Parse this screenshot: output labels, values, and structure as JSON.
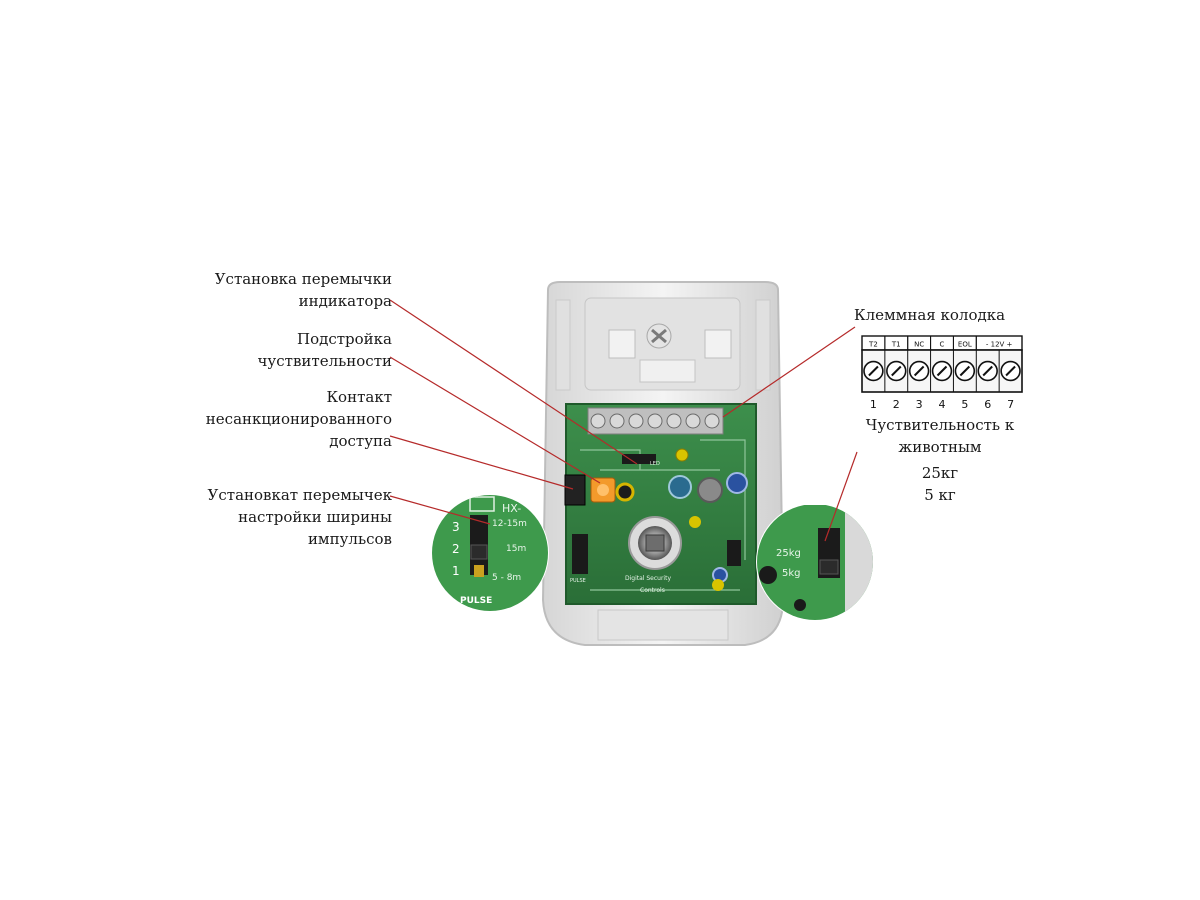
{
  "labels": {
    "indicator_jumper": [
      "Установка перемычки",
      "индикатора"
    ],
    "sensitivity_adjust": [
      "Подстройка",
      "чуствительности"
    ],
    "tamper_contact": [
      "Контакт",
      "несанкционированного",
      "доступа"
    ],
    "pulse_jumpers": [
      "Установкат перемычек",
      "настройки ширины",
      "импульсов"
    ],
    "terminal_block": "Клеммная колодка",
    "pet_sensitivity": [
      "Чуствительность к",
      "животным"
    ],
    "pet_weights": [
      "25кг",
      "5 кг"
    ]
  },
  "terminal": {
    "top_labels": [
      "T2",
      "T1",
      "NC",
      "C",
      "EOL",
      "- 12V +"
    ],
    "numbers": [
      "1",
      "2",
      "3",
      "4",
      "5",
      "6",
      "7"
    ]
  },
  "pcb_text": {
    "model": "HX",
    "company_line1": "Digital Security",
    "company_line2": "Controls",
    "pulse": "PULSE",
    "led": "LED"
  },
  "left_inset": {
    "pin_numbers": [
      "3",
      "2",
      "1"
    ],
    "range_labels": [
      "12-15m",
      "15m",
      "5 - 8m"
    ],
    "model": "HX-",
    "pulse": "PULSE"
  },
  "right_inset": {
    "weight_labels": [
      "25kg",
      "5kg"
    ]
  },
  "colors": {
    "leader_line": "#b52a2a",
    "pcb_green": "#2f7d3f",
    "housing": "#e9e9e9"
  }
}
